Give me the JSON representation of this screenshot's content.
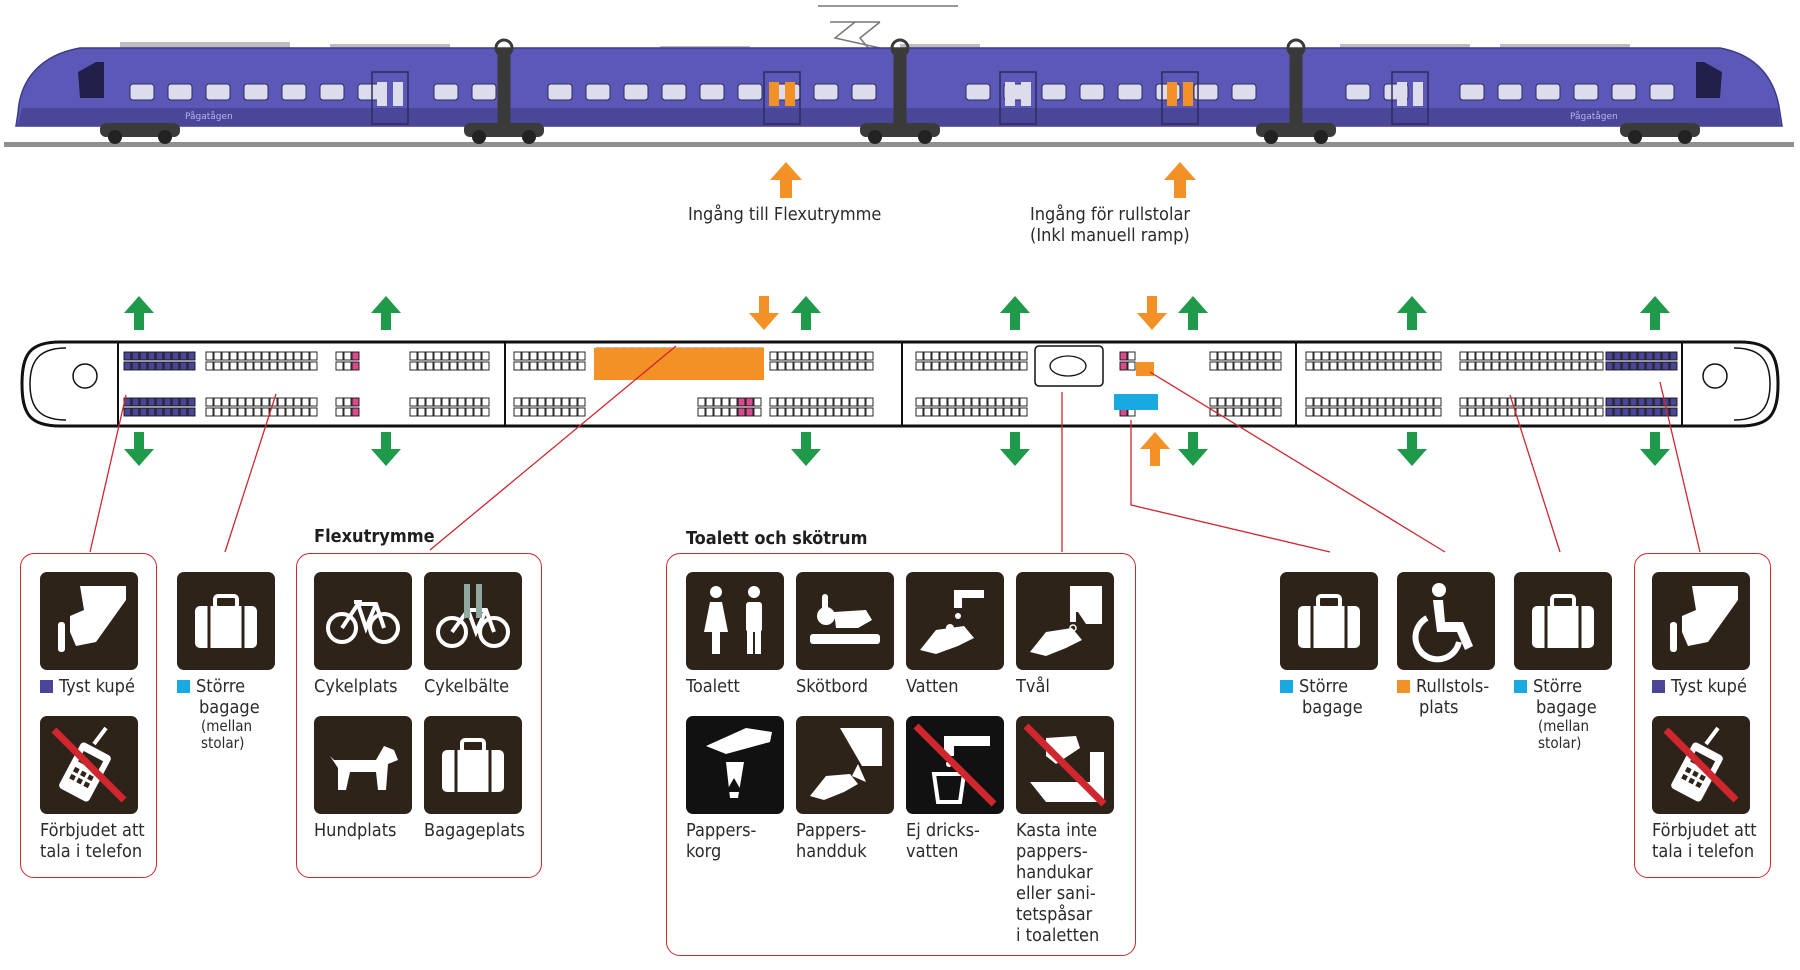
{
  "colors": {
    "train_body": "#5b58b8",
    "exit_arrow": "#1f9a4a",
    "entrance_arrow": "#f29226",
    "group_border": "#d0262e",
    "tile_bg": "#2e2319",
    "quiet": "#4a4597",
    "luggage": "#19a9e1",
    "wheelchair": "#f29226",
    "flex": "#f29226",
    "priority_seat": "#d94b8e"
  },
  "train": {
    "brand_left": "Pågatågen",
    "brand_right": "Pågatågen"
  },
  "entrances": {
    "flex": "Ingång till Flexutrymme",
    "wheelchair_line1": "Ingång för rullstolar",
    "wheelchair_line2": "(Inkl manuell ramp)"
  },
  "left_quiet": {
    "quiet_label": "Tyst kupé",
    "quiet_icon": "quiet-hand-icon",
    "phone_icon": "no-phone-icon",
    "phone_line1": "Förbjudet att",
    "phone_line2": "tala i telefon"
  },
  "left_luggage": {
    "line1": "Större",
    "line2": "bagage",
    "sub1": "(mellan",
    "sub2": "stolar)",
    "icon": "suitcase-icon"
  },
  "flex": {
    "title": "Flexutrymme",
    "items": [
      {
        "label": "Cykelplats",
        "icon": "bicycle-icon"
      },
      {
        "label": "Cykelbälte",
        "icon": "bicycle-belt-icon"
      },
      {
        "label": "Hundplats",
        "icon": "dog-icon"
      },
      {
        "label": "Bagageplats",
        "icon": "suitcase-icon"
      }
    ]
  },
  "toilet": {
    "title": "Toalett och skötrum",
    "items": [
      {
        "line1": "Toalett",
        "icon": "toilet-people-icon"
      },
      {
        "line1": "Skötbord",
        "icon": "baby-changing-icon"
      },
      {
        "line1": "Vatten",
        "icon": "water-tap-icon"
      },
      {
        "line1": "Tvål",
        "icon": "soap-dispenser-icon"
      },
      {
        "line1": "Pappers-",
        "line2": "korg",
        "icon": "wastebasket-icon"
      },
      {
        "line1": "Pappers-",
        "line2": "handduk",
        "icon": "paper-towel-icon"
      },
      {
        "line1": "Ej dricks-",
        "line2": "vatten",
        "icon": "no-drinking-water-icon"
      },
      {
        "line1": "Kasta inte",
        "line2": "pappers-",
        "line3": "handukar",
        "line4": "eller sani-",
        "line5": "tetspåsar",
        "line6": "i toaletten",
        "icon": "no-flush-paper-icon"
      }
    ]
  },
  "right_items": [
    {
      "line1": "Större",
      "line2": "bagage",
      "icon": "suitcase-icon"
    },
    {
      "line1": "Rullstols-",
      "line2": "plats",
      "icon": "wheelchair-icon"
    },
    {
      "line1": "Större",
      "line2": "bagage",
      "sub1": "(mellan",
      "sub2": "stolar)",
      "icon": "suitcase-icon"
    }
  ],
  "right_quiet": {
    "quiet_label": "Tyst kupé",
    "quiet_icon": "quiet-hand-icon",
    "phone_icon": "no-phone-icon",
    "phone_line1": "Förbjudet att",
    "phone_line2": "tala i telefon"
  }
}
